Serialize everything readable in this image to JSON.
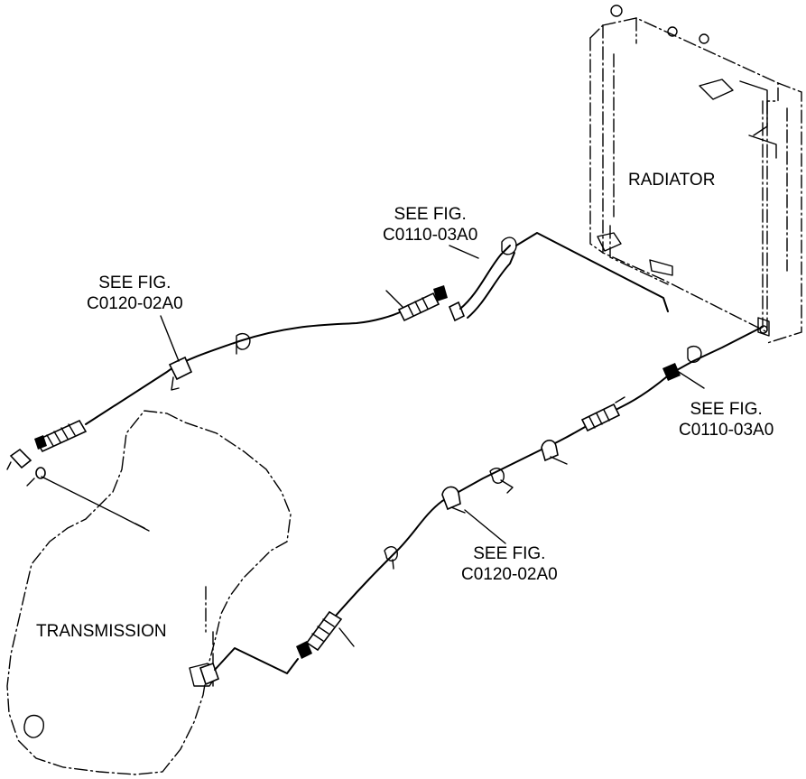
{
  "labels": {
    "radiator": "RADIATOR",
    "transmission": "TRANSMISSION",
    "ref_upper_left": {
      "line1": "SEE FIG.",
      "line2": "C0120-02A0"
    },
    "ref_upper_mid": {
      "line1": "SEE FIG.",
      "line2": "C0110-03A0"
    },
    "ref_right": {
      "line1": "SEE FIG.",
      "line2": "C0110-03A0"
    },
    "ref_lower_mid": {
      "line1": "SEE FIG.",
      "line2": "C0120-02A0"
    }
  }
}
